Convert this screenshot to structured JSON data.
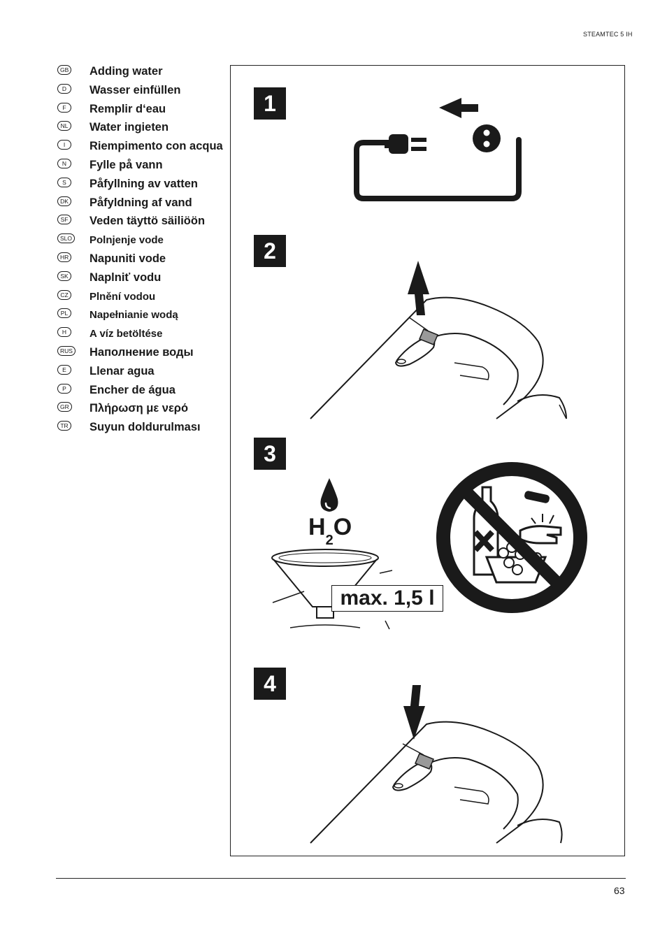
{
  "header": {
    "model": "STEAMTEC 5 IH"
  },
  "languages": [
    {
      "code": "GB",
      "label": "Adding water"
    },
    {
      "code": "D",
      "label": "Wasser einfüllen"
    },
    {
      "code": "F",
      "label": "Remplir d‘eau"
    },
    {
      "code": "NL",
      "label": "Water ingieten"
    },
    {
      "code": "I",
      "label": "Riempimento con acqua"
    },
    {
      "code": "N",
      "label": "Fylle på vann"
    },
    {
      "code": "S",
      "label": "Påfyllning av vatten"
    },
    {
      "code": "DK",
      "label": "Påfyldning af vand"
    },
    {
      "code": "SF",
      "label": "Veden täyttö säiliöön"
    },
    {
      "code": "SLO",
      "label": "Polnjenje vode"
    },
    {
      "code": "HR",
      "label": "Napuniti vode"
    },
    {
      "code": "SK",
      "label": "Naplniť vodu"
    },
    {
      "code": "CZ",
      "label": "Plnění vodou"
    },
    {
      "code": "PL",
      "label": "Napełnianie wodą"
    },
    {
      "code": "H",
      "label": "A víz betöltése"
    },
    {
      "code": "RUS",
      "label": "Наполнение воды"
    },
    {
      "code": "E",
      "label": "Llenar agua"
    },
    {
      "code": "P",
      "label": "Encher de água"
    },
    {
      "code": "GR",
      "label": "Πλήρωση με νερό"
    },
    {
      "code": "TR",
      "label": "Suyun doldurulması"
    }
  ],
  "steps": {
    "s1": "1",
    "s2": "2",
    "s3": "3",
    "s4": "4"
  },
  "step3": {
    "h": "H",
    "sub": "2",
    "o": "O",
    "max_label": "max. 1,5 l"
  },
  "footer": {
    "page_number": "63"
  }
}
